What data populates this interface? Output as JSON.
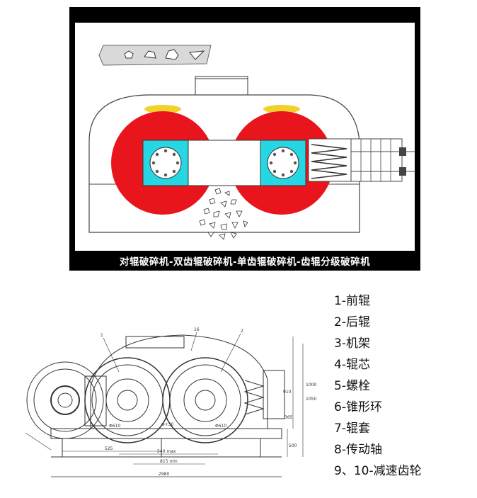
{
  "top_figure": {
    "caption": "对辊破碎机-双齿辊破碎机-单齿辊破碎机-齿辊分级破碎机",
    "colors": {
      "roll": "#e8161c",
      "hub": "#27d6e3",
      "wear": "#f2d22a",
      "background": "#000000",
      "panel": "#ffffff"
    }
  },
  "drawing": {
    "callouts": [
      "1",
      "2",
      "16"
    ],
    "dimensions": [
      "Φ610",
      "Φ610",
      "Φ+30",
      "525",
      "540 max",
      "815 min",
      "2980",
      "1000",
      "1050",
      "910",
      "365",
      "500"
    ]
  },
  "legend": [
    "1-前辊",
    "2-后辊",
    "3-机架",
    "4-辊芯",
    "5-螺栓",
    "6-锥形环",
    "7-辊套",
    "8-传动轴",
    "9、10-减速齿轮"
  ]
}
